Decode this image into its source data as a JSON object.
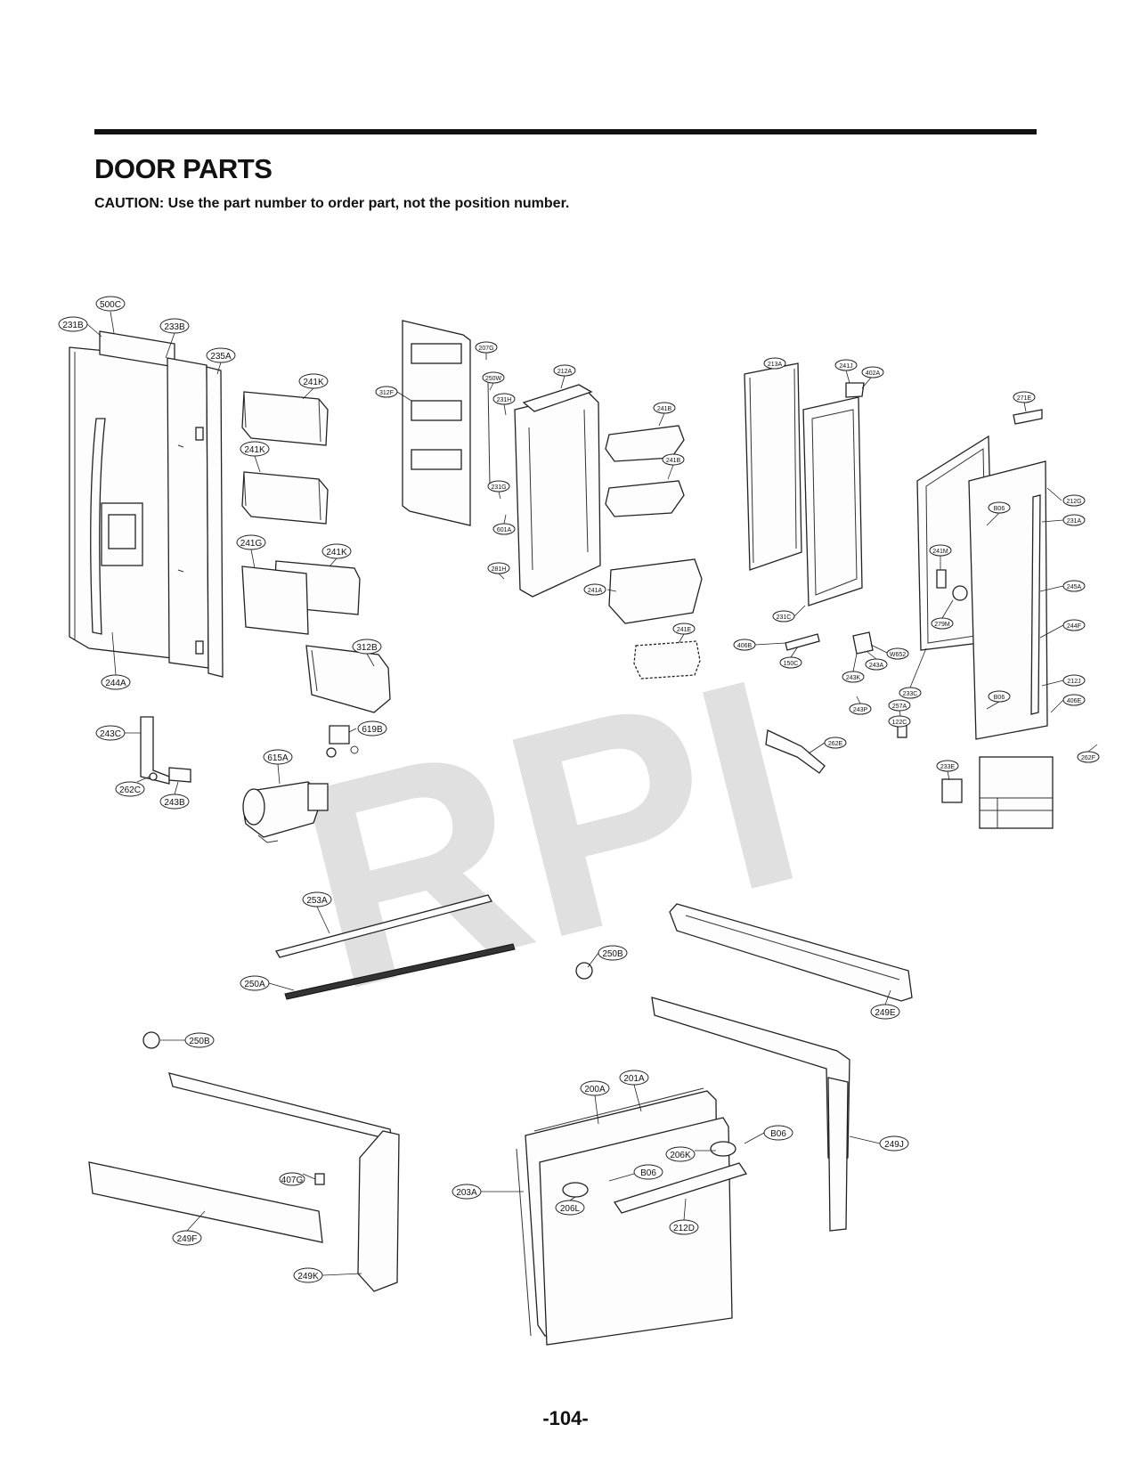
{
  "page": {
    "title": "DOOR PARTS",
    "caution": "CAUTION: Use the part number to order part, not the position number.",
    "page_number": "-104-",
    "watermark": "RPI"
  },
  "callouts": [
    {
      "label": "500C"
    },
    {
      "label": "231B"
    },
    {
      "label": "233B"
    },
    {
      "label": "235A"
    },
    {
      "label": "241K"
    },
    {
      "label": "241K"
    },
    {
      "label": "241G"
    },
    {
      "label": "241K"
    },
    {
      "label": "244A"
    },
    {
      "label": "312B"
    },
    {
      "label": "619B"
    },
    {
      "label": "615A"
    },
    {
      "label": "243C"
    },
    {
      "label": "262C"
    },
    {
      "label": "243B"
    },
    {
      "label": "312F"
    },
    {
      "label": "207G"
    },
    {
      "label": "250W"
    },
    {
      "label": "231H"
    },
    {
      "label": "231G"
    },
    {
      "label": "601A"
    },
    {
      "label": "281H"
    },
    {
      "label": "212A"
    },
    {
      "label": "241B"
    },
    {
      "label": "241B"
    },
    {
      "label": "241A"
    },
    {
      "label": "241E"
    },
    {
      "label": "213A"
    },
    {
      "label": "241J"
    },
    {
      "label": "402A"
    },
    {
      "label": "271E"
    },
    {
      "label": "212G"
    },
    {
      "label": "231A"
    },
    {
      "label": "B06"
    },
    {
      "label": "241M"
    },
    {
      "label": "279M"
    },
    {
      "label": "245A"
    },
    {
      "label": "244F"
    },
    {
      "label": "231C"
    },
    {
      "label": "406B"
    },
    {
      "label": "150C"
    },
    {
      "label": "W652"
    },
    {
      "label": "243A"
    },
    {
      "label": "243K"
    },
    {
      "label": "233C"
    },
    {
      "label": "212J"
    },
    {
      "label": "B06"
    },
    {
      "label": "406E"
    },
    {
      "label": "243P"
    },
    {
      "label": "257A"
    },
    {
      "label": "122C"
    },
    {
      "label": "262E"
    },
    {
      "label": "262F"
    },
    {
      "label": "233E"
    },
    {
      "label": "253A"
    },
    {
      "label": "250A"
    },
    {
      "label": "250B"
    },
    {
      "label": "249E"
    },
    {
      "label": "250B"
    },
    {
      "label": "249J"
    },
    {
      "label": "201A"
    },
    {
      "label": "200A"
    },
    {
      "label": "B06"
    },
    {
      "label": "206K"
    },
    {
      "label": "B06"
    },
    {
      "label": "203A"
    },
    {
      "label": "206L"
    },
    {
      "label": "212D"
    },
    {
      "label": "407G"
    },
    {
      "label": "249F"
    },
    {
      "label": "249K"
    }
  ]
}
